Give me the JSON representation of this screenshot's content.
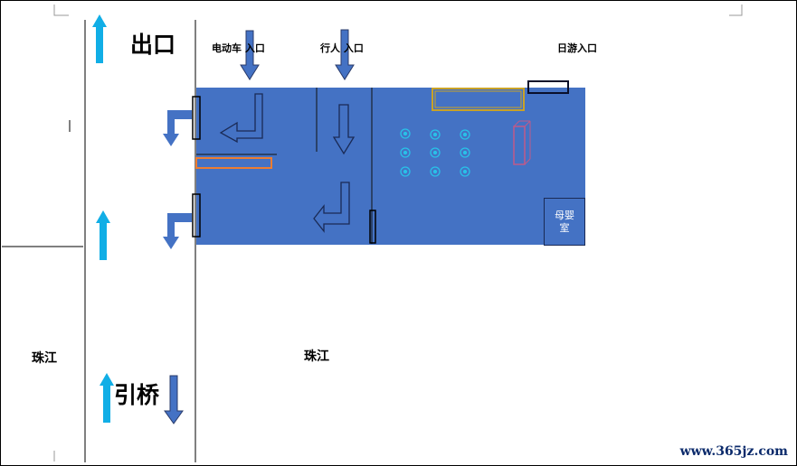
{
  "labels": {
    "exit": "出口",
    "ebike_entrance": "电动车  入口",
    "pedestrian_entrance": "行人  入口",
    "day_trip_entrance": "日游入口",
    "river_left": "珠江",
    "river_center": "珠江",
    "approach_bridge": "引桥",
    "nursery_room": "母婴室"
  },
  "watermark": "www.365jz.com",
  "colors": {
    "deck": "#4472c4",
    "arrow_cyan": "#11aee6",
    "arrow_blue": "#4472c4",
    "outline_dark": "#1f2f55",
    "orange_box": "#ed7d31",
    "gold_box": "#c9a227",
    "pink_box": "#c05a8a"
  }
}
